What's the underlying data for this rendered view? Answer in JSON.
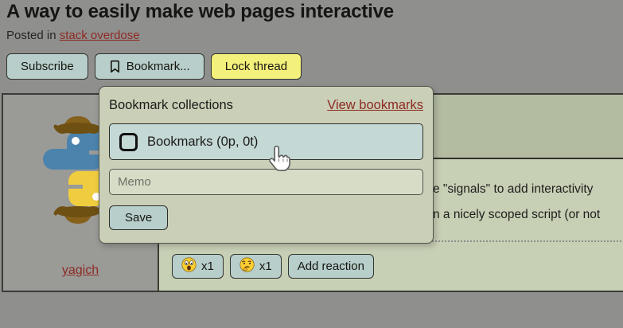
{
  "header": {
    "title": "A way to easily make web pages interactive",
    "posted_prefix": "Posted in ",
    "community_link": "stack overdose",
    "buttons": {
      "subscribe": "Subscribe",
      "bookmark": "Bookmark...",
      "lock_thread": "Lock thread"
    }
  },
  "popup": {
    "title": "Bookmark collections",
    "view_link": "View bookmarks",
    "collection": {
      "label": "Bookmarks (0p, 0t)",
      "checked": false
    },
    "memo_placeholder": "Memo",
    "save_label": "Save"
  },
  "post": {
    "author": "yagich",
    "avatar_icon": "python-cowboy-avatar",
    "body_line1": "e \"signals\" to add interactivity",
    "body_line2": "n a nicely scoped script (or not",
    "reactions": [
      {
        "icon": "surprised-emoji",
        "count_label": "x1"
      },
      {
        "icon": "thinking-emoji",
        "count_label": "x1"
      }
    ],
    "add_reaction_label": "Add reaction"
  },
  "colors": {
    "page_bg": "#8f8f8d",
    "panel_olive": "#cacfb7",
    "post_body_olive": "#c7cfb5",
    "post_header_olive": "#b3bca1",
    "button_blue": "#b7cecb",
    "checkbox_row_blue": "#c4d8d5",
    "highlight_yellow": "#f4f07c",
    "input_olive": "#d6dcc5",
    "link_red": "#8e2a23",
    "avatar_col_gray": "#9a9a97"
  }
}
